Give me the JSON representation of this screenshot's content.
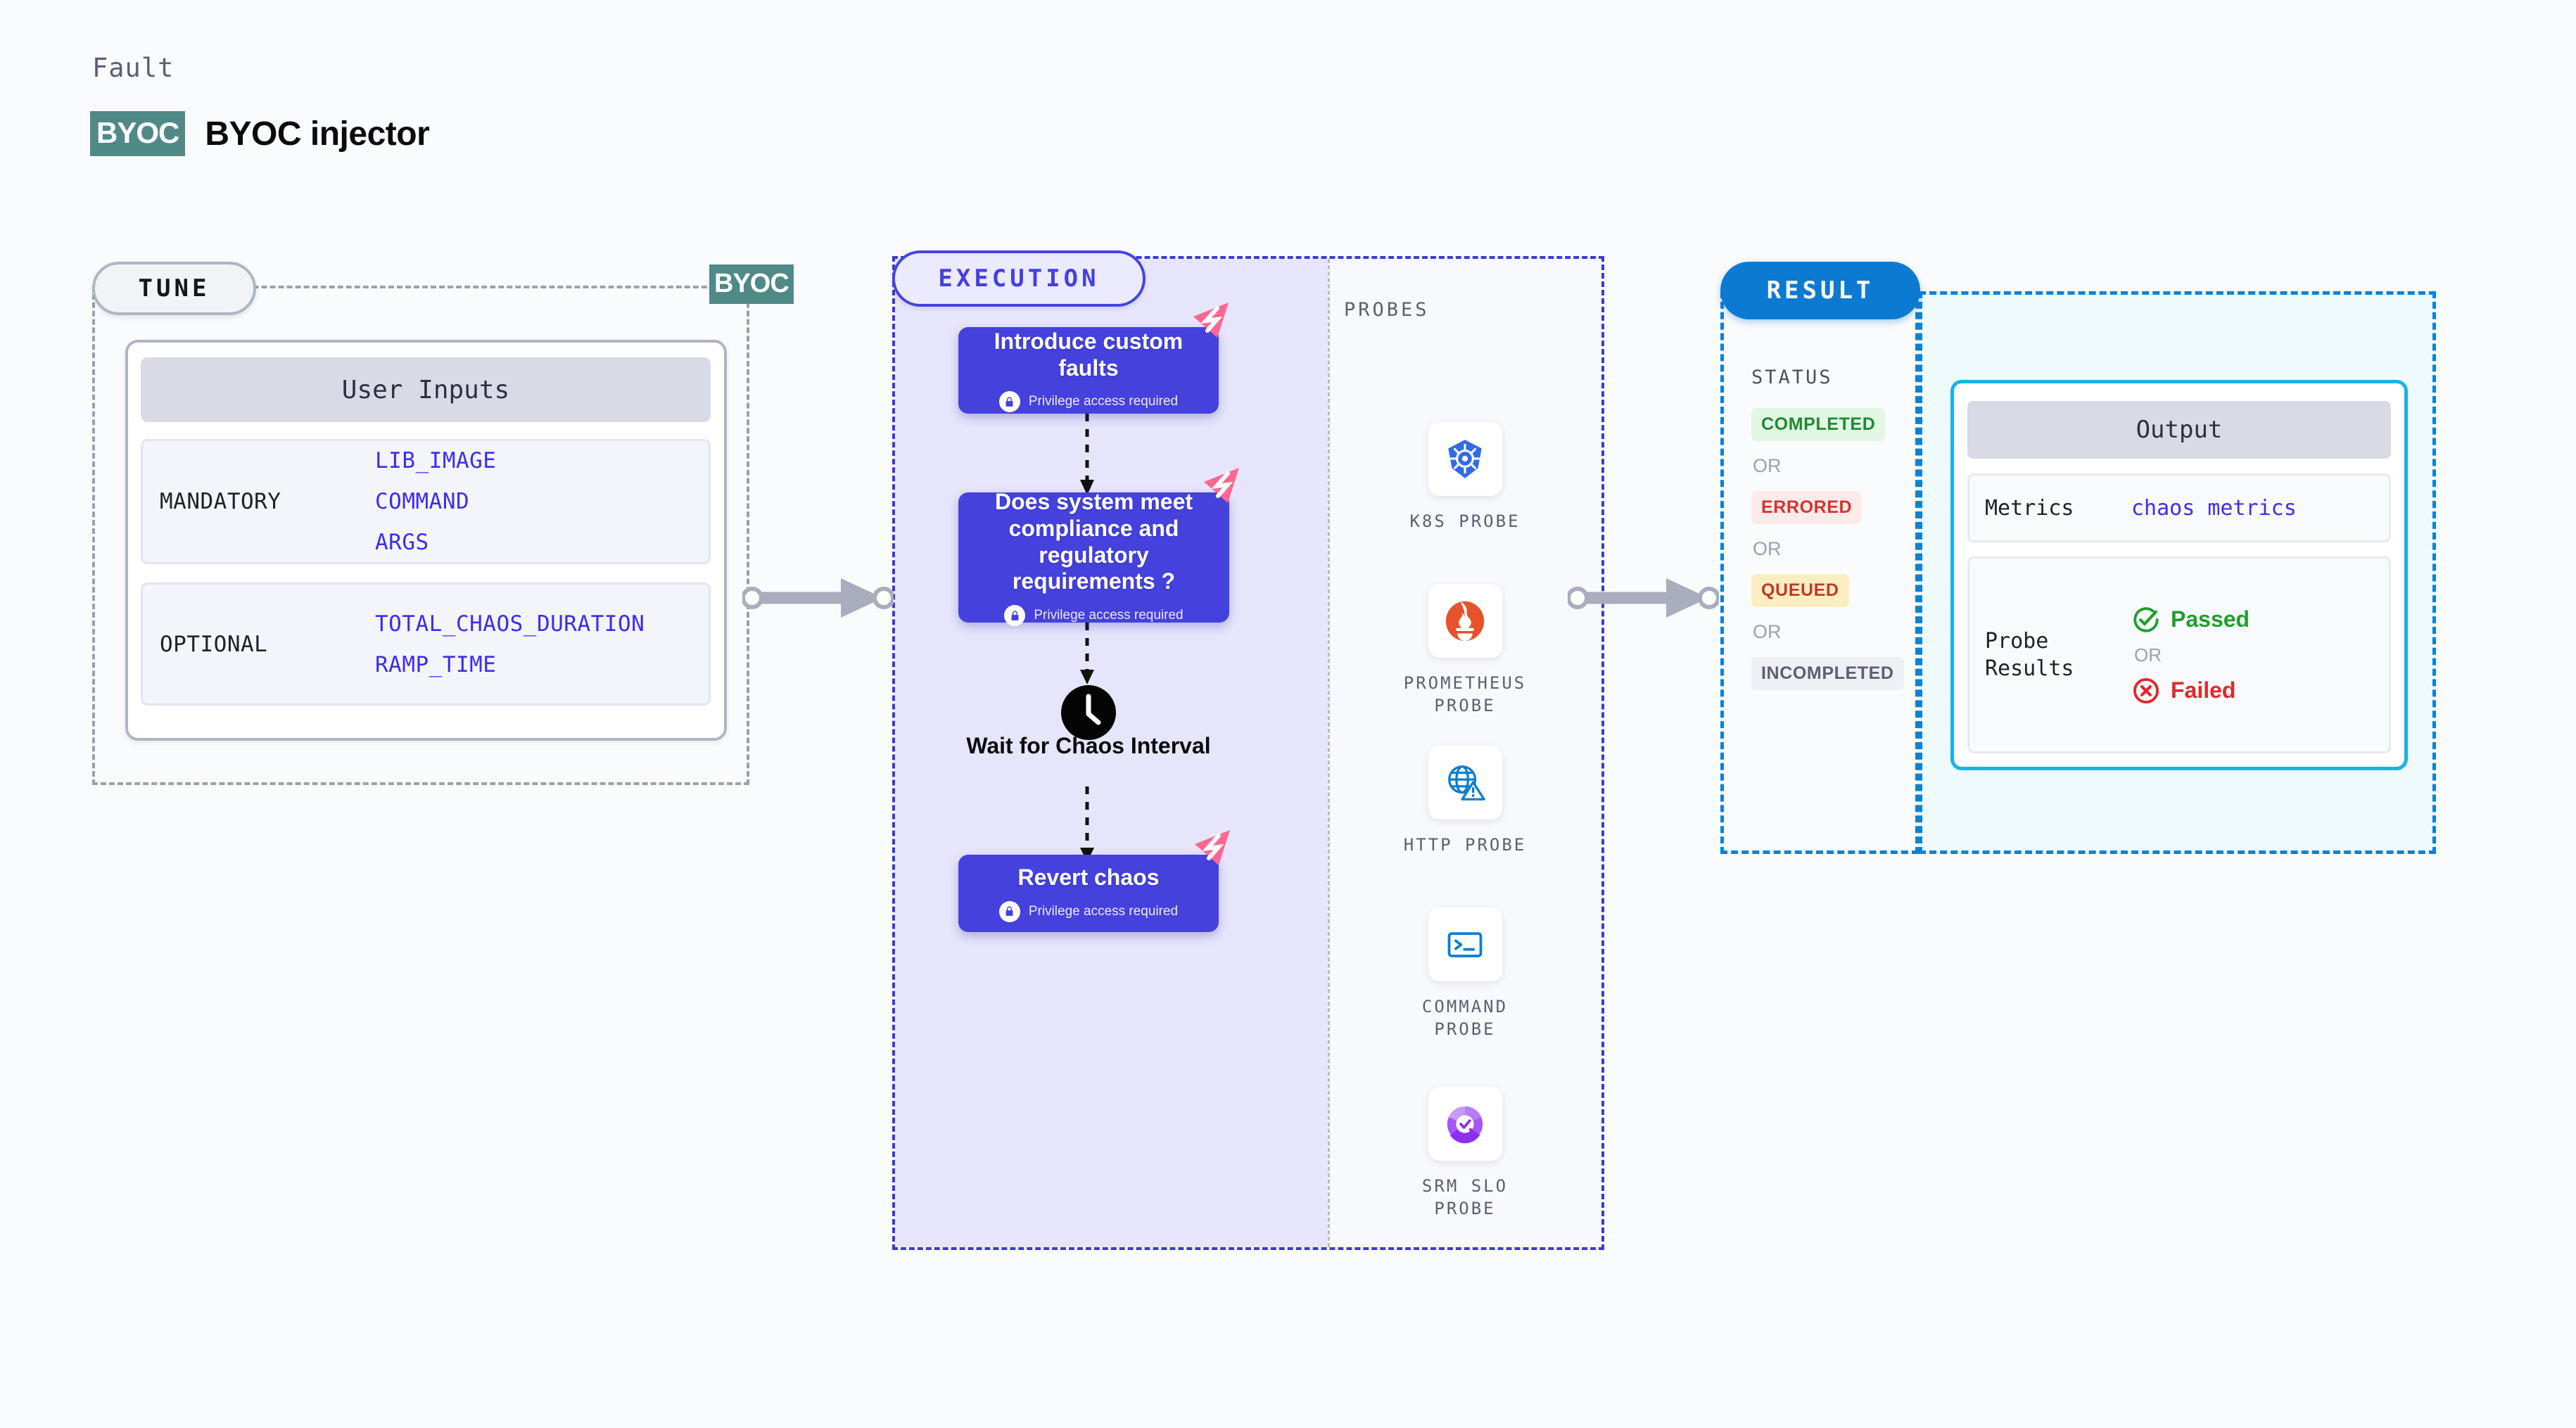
{
  "header": {
    "eyebrow": "Fault",
    "badge": "BYOC",
    "title": "BYOC injector"
  },
  "colors": {
    "byoc_teal": "#4f8a86",
    "indigo_node": "#4441dd",
    "execution_fill": "#e6e5fb",
    "result_blue": "#0d7ad1",
    "output_border": "#17b2e8",
    "ribbon_pink": "#ff6691",
    "completed_green": "#1f8a2f",
    "errored_red": "#d3342b",
    "queued_amber": "#9a6b00",
    "incompleted_gray": "#5b6070"
  },
  "tune": {
    "pill_label": "TUNE",
    "corner_badge": "BYOC",
    "card_header": "User Inputs",
    "groups": [
      {
        "label": "MANDATORY",
        "values": [
          "LIB_IMAGE",
          "COMMAND",
          "ARGS"
        ]
      },
      {
        "label": "OPTIONAL",
        "values": [
          "TOTAL_CHAOS_DURATION",
          "RAMP_TIME"
        ]
      }
    ]
  },
  "execution": {
    "pill_label": "EXECUTION",
    "privilege_note": "Privilege access required",
    "nodes": [
      {
        "title": "Introduce custom faults",
        "privileged": true,
        "ribbon": true
      },
      {
        "title": "Does system meet compliance and regulatory requirements ?",
        "privileged": true,
        "ribbon": true
      },
      {
        "title": "Wait for Chaos Interval",
        "privileged": false,
        "ribbon": false,
        "icon": "clock-icon"
      },
      {
        "title": "Revert chaos",
        "privileged": true,
        "ribbon": true
      }
    ]
  },
  "probes": {
    "section_label": "PROBES",
    "items": [
      {
        "name": "K8S PROBE",
        "icon": "kubernetes-icon"
      },
      {
        "name": "PROMETHEUS PROBE",
        "icon": "prometheus-icon"
      },
      {
        "name": "HTTP PROBE",
        "icon": "http-globe-warning-icon"
      },
      {
        "name": "COMMAND PROBE",
        "icon": "terminal-icon"
      },
      {
        "name": "SRM SLO PROBE",
        "icon": "srm-slo-donut-icon"
      }
    ]
  },
  "result": {
    "pill_label": "RESULT",
    "status_label": "STATUS",
    "or_label": "OR",
    "statuses": [
      {
        "label": "COMPLETED",
        "color": "#1f8a2f",
        "background": "#e2f6e4"
      },
      {
        "label": "ERRORED",
        "color": "#d3342b",
        "background": "#fdeaea"
      },
      {
        "label": "QUEUED",
        "color": "#c0392b",
        "background": "#fdeec2"
      },
      {
        "label": "INCOMPLETED",
        "color": "#5b6070",
        "background": "#eef0f5"
      }
    ],
    "output": {
      "header": "Output",
      "metrics_key": "Metrics",
      "metrics_value": "chaos metrics",
      "probe_results_key": "Probe Results",
      "passed_label": "Passed",
      "failed_label": "Failed",
      "or_label": "OR"
    }
  }
}
